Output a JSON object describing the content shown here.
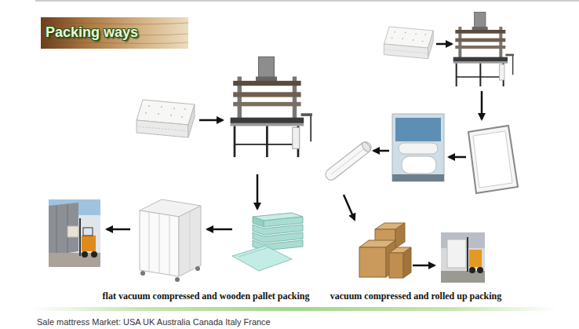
{
  "diagram": {
    "title": "Packing ways",
    "labels": [
      "flat vacuum compressed and wooden pallet packing",
      "vacuum compressed and rolled up packing",
      "Sale mattress Market: USA UK Australia Canada Italy France"
    ]
  }
}
